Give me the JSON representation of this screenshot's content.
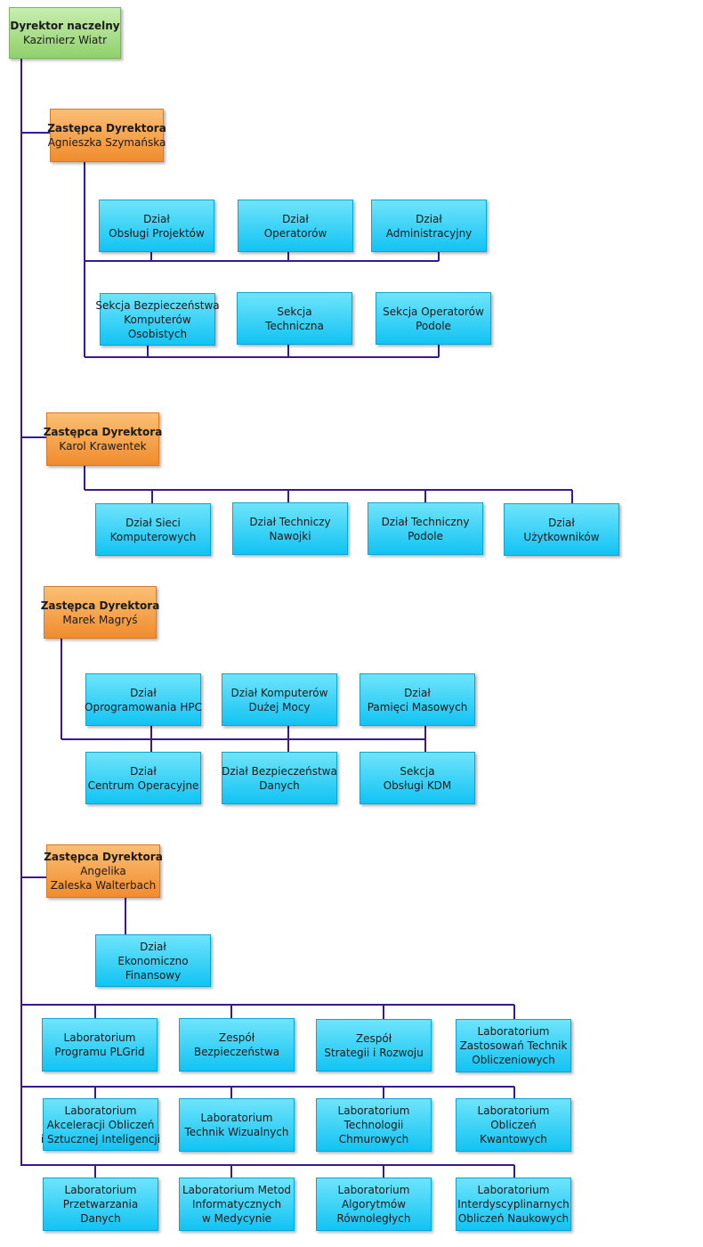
{
  "director": {
    "title": "Dyrektor naczelny",
    "name": "Kazimierz Wiatr"
  },
  "deputies": [
    {
      "title": "Zastępca Dyrektora",
      "name": "Agnieszka Szymańska"
    },
    {
      "title": "Zastępca Dyrektora",
      "name": "Karol Krawentek"
    },
    {
      "title": "Zastępca Dyrektora",
      "name": "Marek Magryś"
    },
    {
      "title": "Zastępca Dyrektora",
      "name_lines": [
        "Angelika",
        "Zaleska Walterbach"
      ]
    }
  ],
  "units": {
    "d1_row1": [
      [
        "Dział",
        "Obsługi Projektów"
      ],
      [
        "Dział",
        "Operatorów"
      ],
      [
        "Dział",
        "Administracyjny"
      ]
    ],
    "d1_row2": [
      [
        "Sekcja Bezpieczeństwa",
        "Komputerów",
        "Osobistych"
      ],
      [
        "Sekcja",
        "Techniczna"
      ],
      [
        "Sekcja Operatorów",
        "Podole"
      ]
    ],
    "d2_row1": [
      [
        "Dział Sieci",
        "Komputerowych"
      ],
      [
        "Dział Techniczy",
        "Nawojki"
      ],
      [
        "Dział Techniczny",
        "Podole"
      ],
      [
        "Dział",
        "Użytkowników"
      ]
    ],
    "d3_row1": [
      [
        "Dział",
        "Oprogramowania HPC"
      ],
      [
        "Dział Komputerów",
        "Dużej Mocy"
      ],
      [
        "Dział",
        "Pamięci Masowych"
      ]
    ],
    "d3_row2": [
      [
        "Dział",
        "Centrum Operacyjne"
      ],
      [
        "Dział Bezpieczeństwa",
        "Danych"
      ],
      [
        "Sekcja",
        "Obsługi KDM"
      ]
    ],
    "d4_row1": [
      [
        "Dział",
        "Ekonomiczno",
        "Finansowy"
      ]
    ],
    "lab_row1": [
      [
        "Laboratorium",
        "Programu PLGrid"
      ],
      [
        "Zespół",
        "Bezpieczeństwa"
      ],
      [
        "Zespół",
        "Strategii i Rozwoju"
      ],
      [
        "Laboratorium",
        "Zastosowań Technik",
        "Obliczeniowych"
      ]
    ],
    "lab_row2": [
      [
        "Laboratorium",
        "Akceleracji Obliczeń",
        "i Sztucznej Inteligencji"
      ],
      [
        "Laboratorium",
        "Technik Wizualnych"
      ],
      [
        "Laboratorium",
        "Technologii",
        "Chmurowych"
      ],
      [
        "Laboratorium",
        "Obliczeń",
        "Kwantowych"
      ]
    ],
    "lab_row3": [
      [
        "Laboratorium",
        "Przetwarzania",
        "Danych"
      ],
      [
        "Laboratorium Metod",
        "Informatycznych",
        "w Medycynie"
      ],
      [
        "Laboratorium",
        "Algorytmów",
        "Równoległych"
      ],
      [
        "Laboratorium",
        "Interdyscyplinarnych",
        "Obliczeń Naukowych"
      ]
    ]
  },
  "colors": {
    "line": "#3a1890",
    "director": "#8fd06c",
    "deputy": "#f08c2e",
    "unit": "#12c3f3"
  }
}
